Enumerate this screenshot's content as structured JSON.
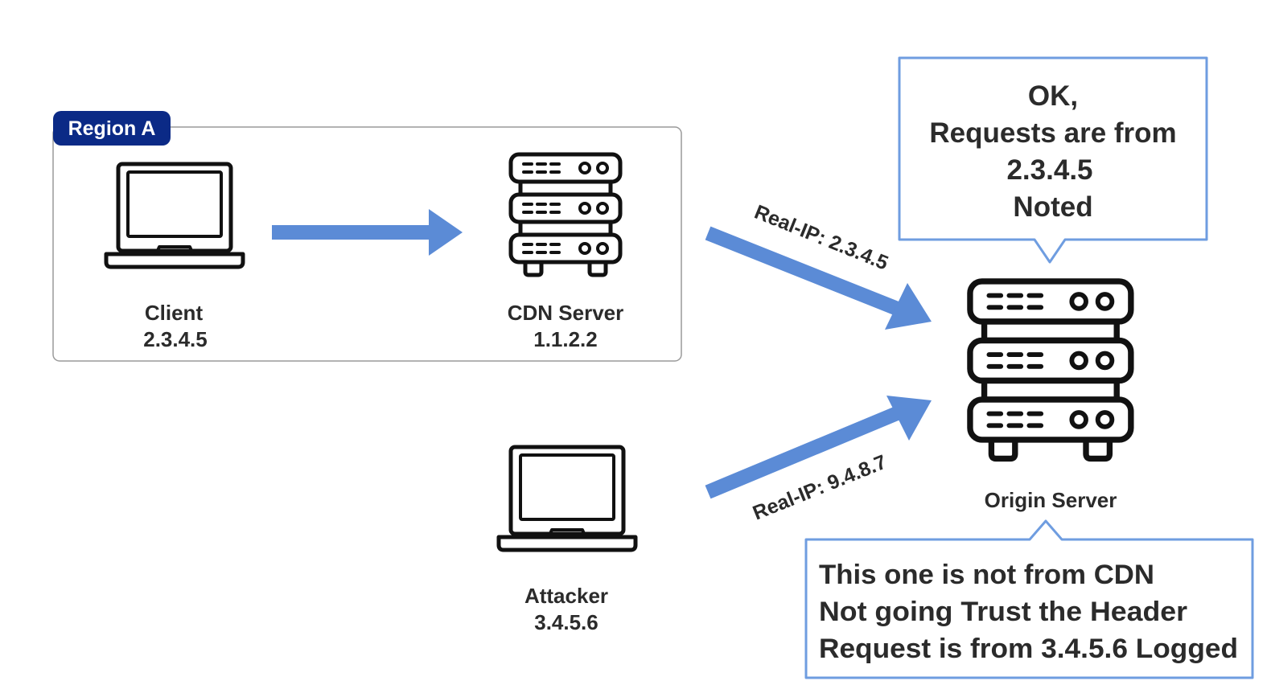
{
  "region": {
    "label": "Region A"
  },
  "client": {
    "name": "Client",
    "ip": "2.3.4.5"
  },
  "cdn": {
    "name": "CDN Server",
    "ip": "1.1.2.2"
  },
  "attacker": {
    "name": "Attacker",
    "ip": "3.4.5.6"
  },
  "origin": {
    "name": "Origin Server"
  },
  "arrows": {
    "cdn_to_origin": "Real-IP: 2.3.4.5",
    "attacker_to_origin": "Real-IP: 9.4.8.7"
  },
  "bubble_top": {
    "lines": [
      "OK,",
      "Requests are from",
      "2.3.4.5",
      "Noted"
    ]
  },
  "bubble_bottom": {
    "lines": [
      "This one is not from CDN",
      "Not going Trust the Header",
      "Request is from 3.4.5.6 Logged"
    ]
  },
  "colors": {
    "arrow": "#5b8bd6",
    "region_badge": "#0b2a86",
    "bubble_border": "#6f9de0",
    "icon_stroke": "#111111",
    "text": "#2b2b2b"
  },
  "icons": {
    "client": "laptop-icon",
    "attacker": "laptop-icon",
    "cdn": "server-rack-icon",
    "origin": "server-rack-icon"
  }
}
